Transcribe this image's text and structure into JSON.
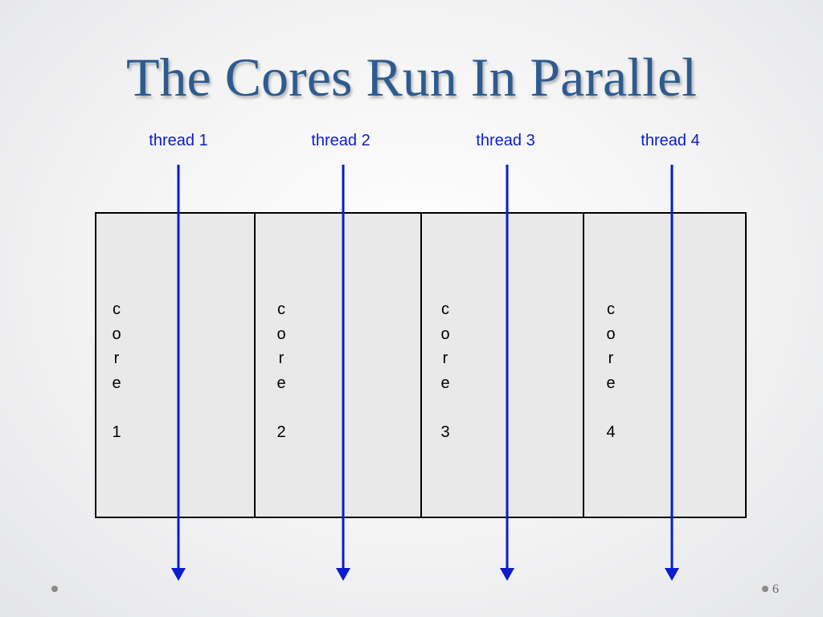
{
  "slide": {
    "title": "The Cores Run In Parallel",
    "page_number": "6"
  },
  "threads": [
    {
      "label": "thread 1"
    },
    {
      "label": "thread 2"
    },
    {
      "label": "thread 3"
    },
    {
      "label": "thread 4"
    }
  ],
  "cores": [
    {
      "letters": [
        "c",
        "o",
        "r",
        "e"
      ],
      "number": "1"
    },
    {
      "letters": [
        "c",
        "o",
        "r",
        "e"
      ],
      "number": "2"
    },
    {
      "letters": [
        "c",
        "o",
        "r",
        "e"
      ],
      "number": "3"
    },
    {
      "letters": [
        "c",
        "o",
        "r",
        "e"
      ],
      "number": "4"
    }
  ],
  "colors": {
    "title": "#2e5b8f",
    "thread": "#0a1ccc",
    "core_fill": "#e9e9e9",
    "core_border": "#000000"
  }
}
